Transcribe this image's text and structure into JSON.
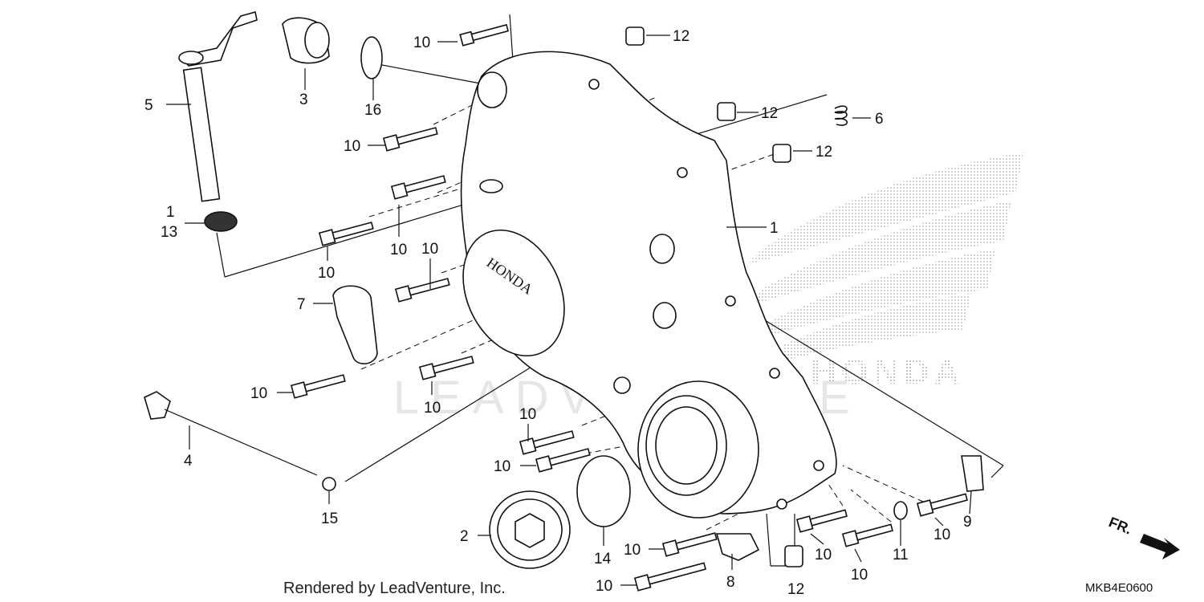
{
  "brand_watermark": "HONDA",
  "cover_emboss": "HONDA",
  "logo_watermark": "LEADVENTURE",
  "footer_text": "Rendered by LeadVenture, Inc.",
  "diagram_code": "MKB4E0600",
  "direction_label": "FR.",
  "callouts": [
    {
      "id": "c5",
      "num": "5"
    },
    {
      "id": "c3",
      "num": "3"
    },
    {
      "id": "c16",
      "num": "16"
    },
    {
      "id": "c10a",
      "num": "10"
    },
    {
      "id": "c12a",
      "num": "12"
    },
    {
      "id": "c12b",
      "num": "12"
    },
    {
      "id": "c6",
      "num": "6"
    },
    {
      "id": "c10b",
      "num": "10"
    },
    {
      "id": "c12c",
      "num": "12"
    },
    {
      "id": "c1a",
      "num": "1"
    },
    {
      "id": "c13",
      "num": "13"
    },
    {
      "id": "c1b",
      "num": "1"
    },
    {
      "id": "c10c",
      "num": "10"
    },
    {
      "id": "c10d",
      "num": "10"
    },
    {
      "id": "c10e",
      "num": "10"
    },
    {
      "id": "c7",
      "num": "7"
    },
    {
      "id": "c10f",
      "num": "10"
    },
    {
      "id": "c10g",
      "num": "10"
    },
    {
      "id": "c4",
      "num": "4"
    },
    {
      "id": "c10h",
      "num": "10"
    },
    {
      "id": "c10i",
      "num": "10"
    },
    {
      "id": "c15",
      "num": "15"
    },
    {
      "id": "c2",
      "num": "2"
    },
    {
      "id": "c14",
      "num": "14"
    },
    {
      "id": "c10j",
      "num": "10"
    },
    {
      "id": "c10k",
      "num": "10"
    },
    {
      "id": "c8",
      "num": "8"
    },
    {
      "id": "c12d",
      "num": "12"
    },
    {
      "id": "c10l",
      "num": "10"
    },
    {
      "id": "c10m",
      "num": "10"
    },
    {
      "id": "c11",
      "num": "11"
    },
    {
      "id": "c10n",
      "num": "10"
    },
    {
      "id": "c9",
      "num": "9"
    }
  ]
}
